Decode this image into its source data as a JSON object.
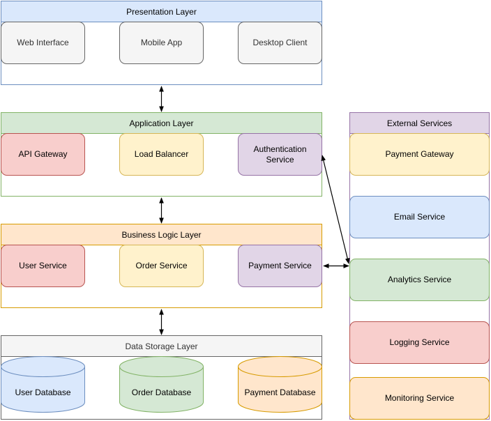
{
  "layers": {
    "presentation": {
      "title": "Presentation Layer",
      "items": [
        "Web Interface",
        "Mobile App",
        "Desktop Client"
      ]
    },
    "application": {
      "title": "Application Layer",
      "items": [
        "API Gateway",
        "Load Balancer",
        "Authentication Service"
      ]
    },
    "business": {
      "title": "Business Logic Layer",
      "items": [
        "User Service",
        "Order Service",
        "Payment Service"
      ]
    },
    "storage": {
      "title": "Data Storage Layer",
      "items": [
        "User Database",
        "Order Database",
        "Payment Database"
      ]
    },
    "external": {
      "title": "External Services",
      "items": [
        "Payment Gateway",
        "Email Service",
        "Analytics Service",
        "Logging Service",
        "Monitoring Service"
      ]
    }
  },
  "colors": {
    "blue_fill": "#dae8fc",
    "blue_stroke": "#6c8ebf",
    "green_fill": "#d5e8d4",
    "green_stroke": "#82b366",
    "orange_fill": "#ffe6cc",
    "orange_stroke": "#d79b00",
    "yellow_fill": "#fff2cc",
    "yellow_stroke": "#d6b656",
    "red_fill": "#f8cecc",
    "red_stroke": "#b85450",
    "purple_fill": "#e1d5e7",
    "purple_stroke": "#9673a6",
    "gray_fill": "#f5f5f5",
    "gray_stroke": "#666666"
  }
}
